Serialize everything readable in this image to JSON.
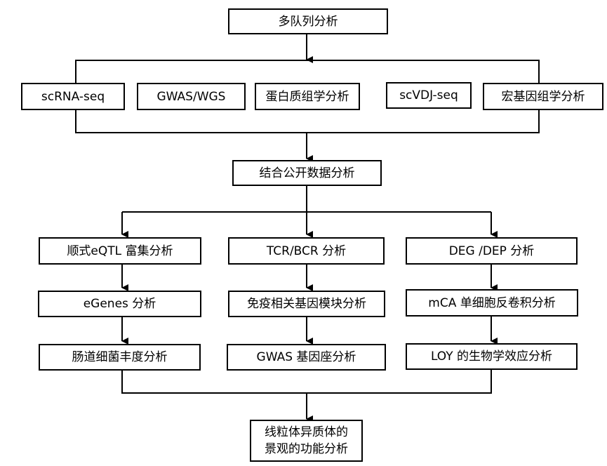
{
  "flowchart": {
    "top": {
      "label": "多队列分析"
    },
    "data_sources": [
      {
        "label": "scRNA-seq"
      },
      {
        "label": "GWAS/WGS"
      },
      {
        "label": "蛋白质组学分析"
      },
      {
        "label": "scVDJ-seq"
      },
      {
        "label": "宏基因组学分析"
      }
    ],
    "integration": {
      "label": "结合公开数据分析"
    },
    "branches": [
      {
        "steps": [
          {
            "label": "顺式eQTL 富集分析"
          },
          {
            "label": "eGenes 分析"
          },
          {
            "label": "肠道细菌丰度分析"
          }
        ]
      },
      {
        "steps": [
          {
            "label": "TCR/BCR 分析"
          },
          {
            "label": "免疫相关基因模块分析"
          },
          {
            "label": "GWAS 基因座分析"
          }
        ]
      },
      {
        "steps": [
          {
            "label": "DEG /DEP 分析"
          },
          {
            "label": "mCA 单细胞反卷积分析"
          },
          {
            "label": "LOY 的生物学效应分析"
          }
        ]
      }
    ],
    "final": {
      "label_line1": "线粒体异质体的",
      "label_line2": "景观的功能分析"
    }
  }
}
